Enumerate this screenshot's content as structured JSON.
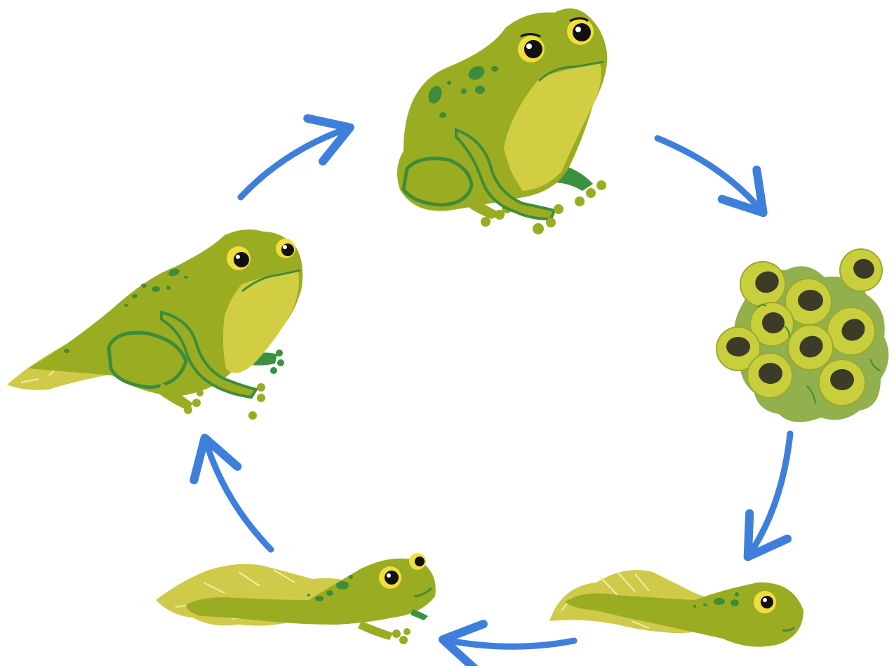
{
  "diagram": {
    "kind": "life-cycle",
    "stages": [
      {
        "id": "adult-frog",
        "icon": "adult-frog-icon"
      },
      {
        "id": "frog-spawn",
        "icon": "frog-eggs-icon"
      },
      {
        "id": "tadpole",
        "icon": "tadpole-icon"
      },
      {
        "id": "tadpole-with-legs",
        "icon": "tadpole-with-legs-icon"
      },
      {
        "id": "froglet",
        "icon": "froglet-icon"
      }
    ],
    "flow": [
      [
        "adult-frog",
        "frog-spawn"
      ],
      [
        "frog-spawn",
        "tadpole"
      ],
      [
        "tadpole",
        "tadpole-with-legs"
      ],
      [
        "tadpole-with-legs",
        "froglet"
      ],
      [
        "froglet",
        "adult-frog"
      ]
    ]
  },
  "colors": {
    "background": "#ffffff",
    "arrow": "#3f7fdc",
    "frog_body": "#9aac22",
    "frog_belly": "#d2ce44",
    "frog_spots": "#3e8c3b",
    "frog_dark_green": "#3a9240",
    "tail_fin": "#cfca4a",
    "egg_cluster_back": "#92b04d",
    "egg_shell": "#c9cf3c",
    "egg_yolk": "#3b3b27",
    "eye_ring": "#f0de3e",
    "eye_pupil": "#111111"
  }
}
